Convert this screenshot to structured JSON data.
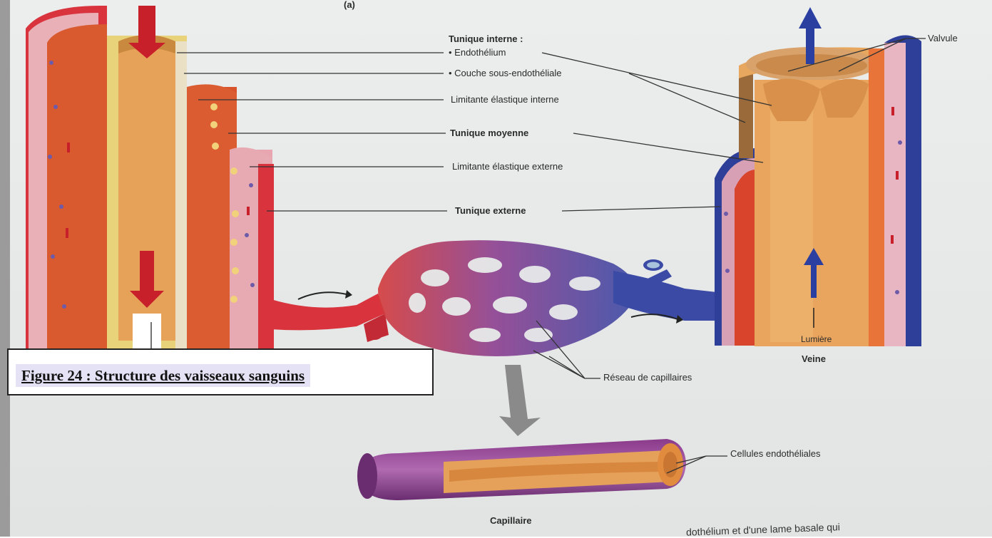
{
  "labels": {
    "panel": "(a)",
    "tunique_interne": "Tunique interne :",
    "endothelium": "• Endothélium",
    "couche_sous_endo": "• Couche sous-endothéliale",
    "limitante_interne": "Limitante élastique interne",
    "tunique_moyenne": "Tunique moyenne",
    "limitante_externe": "Limitante élastique externe",
    "tunique_externe": "Tunique externe",
    "valvule": "Valvule",
    "lumiere": "Lumière",
    "veine": "Veine",
    "reseau": "Réseau de capillaires",
    "cellules": "Cellules endothéliales",
    "capillaire": "Capillaire"
  },
  "caption": "Figure 24 : Structure des vaisseaux sanguins",
  "bottom_text": "dothélium et d'une lame basale qui",
  "colors": {
    "background": "#e8eaea",
    "artery_red": "#d9333d",
    "muscle_orange": "#d85a2e",
    "lumen_tan": "#e8a45e",
    "vein_blue": "#2e3f9a",
    "capillary_purple": "#7a3f8c",
    "arrow_red": "#c8202a",
    "arrow_blue": "#2a3fa0",
    "arrow_gray": "#8a8a8a"
  }
}
